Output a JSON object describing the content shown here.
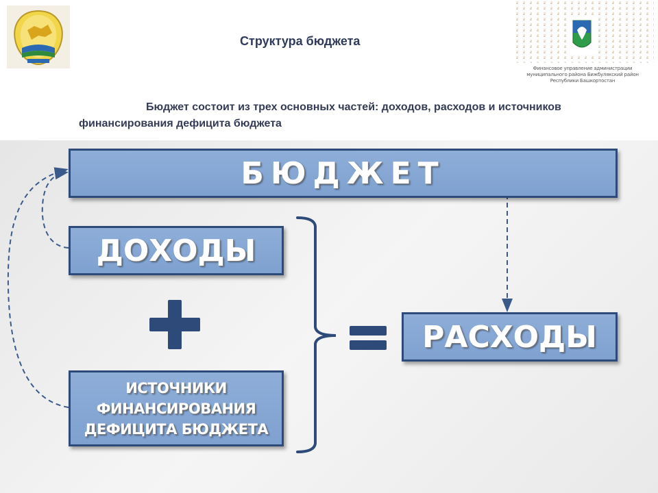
{
  "header": {
    "title": "Структура бюджета",
    "corner_caption": "Финансовое управление администрации муниципального района Бижбулякский район Республики Башкортостан"
  },
  "intro": {
    "text": "Бюджет состоит из трех основных частей: доходов, расходов и источников финансирования дефицита бюджета"
  },
  "diagram": {
    "budget_label": "БЮДЖЕТ",
    "income_label": "ДОХОДЫ",
    "expense_label": "РАСХОДЫ",
    "sources_label": "ИСТОЧНИКИ ФИНАНСИРОВАНИЯ ДЕФИЦИТА БЮДЖЕТА",
    "plus_symbol": "plus-icon",
    "equals_symbol": "equals-icon"
  },
  "colors": {
    "block_fill": "#85a6d4",
    "block_border": "#2e4a78",
    "symbol": "#2e4a78",
    "arrow": "#3a5a8c"
  }
}
